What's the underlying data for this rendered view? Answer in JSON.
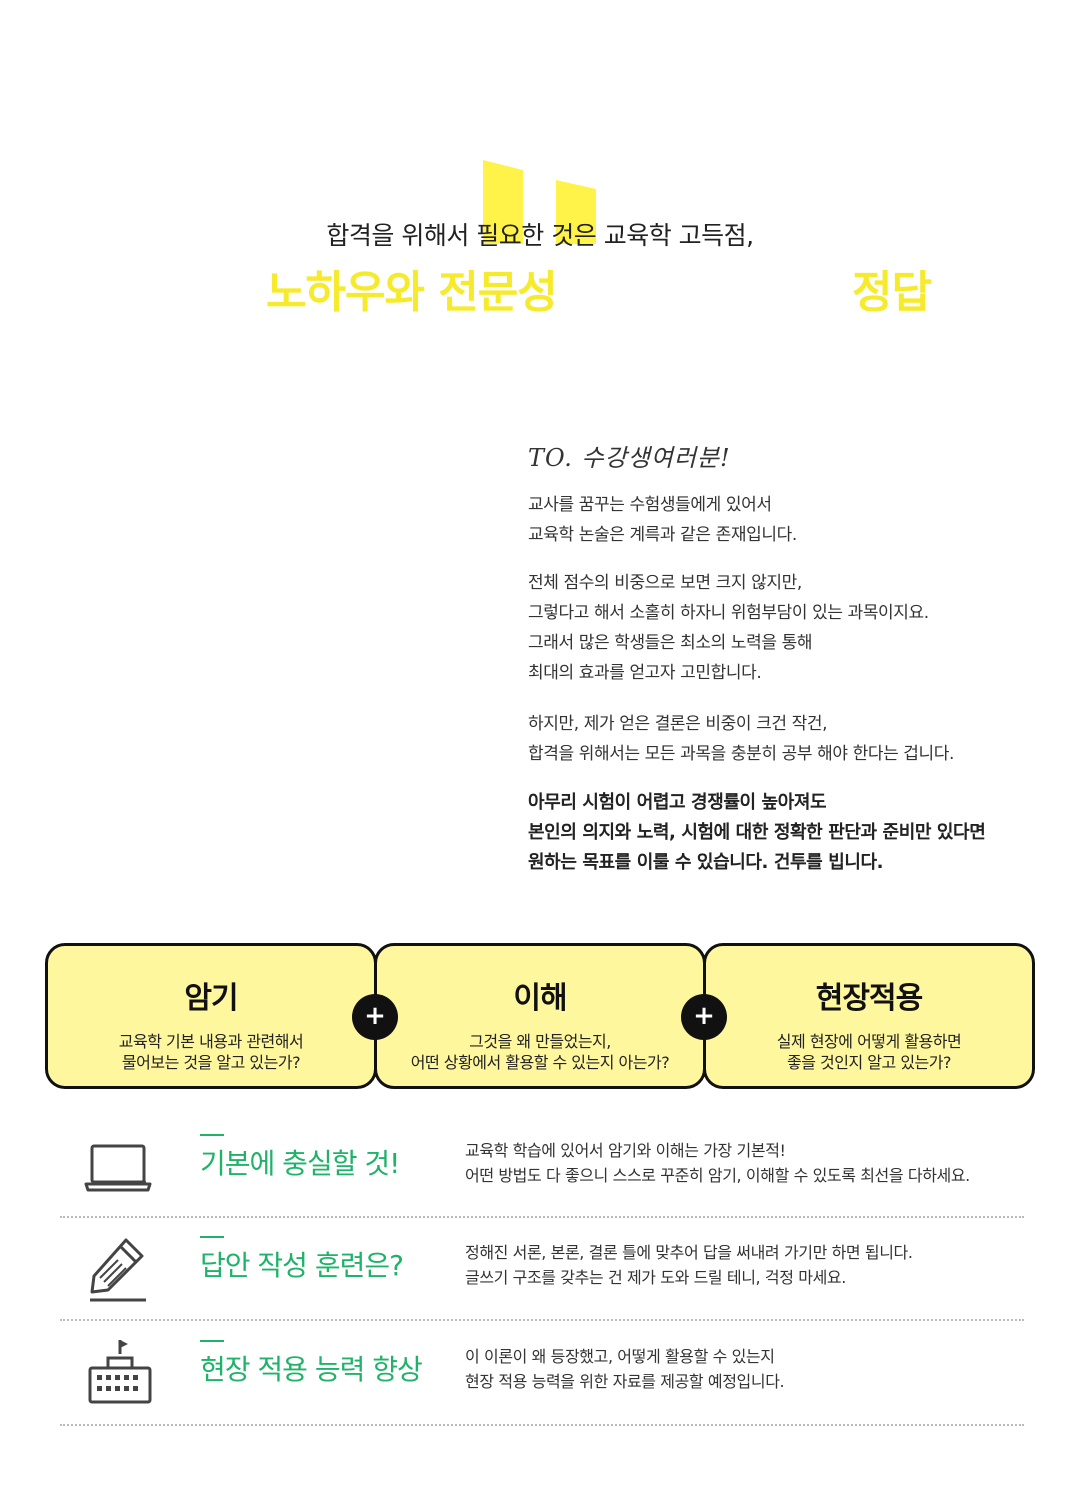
{
  "header": {
    "line1": "합격을 위해서 필요한 것은 교육학 고득점,",
    "highlight_left": "노하우와 전문성",
    "highlight_right": "정답"
  },
  "letter": {
    "to": "TO. 수강생여러분!",
    "paragraphs": [
      [
        "교사를 꿈꾸는 수험생들에게 있어서",
        "교육학 논술은 계륵과 같은 존재입니다."
      ],
      [
        "전체 점수의 비중으로 보면 크지 않지만,",
        "그렇다고 해서 소홀히 하자니 위험부담이 있는 과목이지요.",
        "그래서 많은 학생들은 최소의 노력을 통해",
        "최대의 효과를 얻고자 고민합니다."
      ],
      [
        "하지만, 제가 얻은 결론은 비중이 크건 작건,",
        "합격을 위해서는 모든 과목을 충분히 공부 해야 한다는 겁니다."
      ],
      [
        "아무리 시험이 어렵고 경쟁률이 높아져도",
        "본인의 의지와 노력, 시험에 대한 정확한 판단과 준비만 있다면",
        "원하는 목표를 이룰 수 있습니다. 건투를 빕니다."
      ]
    ]
  },
  "concepts": [
    {
      "title": "암기",
      "desc": [
        "교육학 기본 내용과 관련해서",
        "물어보는 것을 알고 있는가?"
      ]
    },
    {
      "title": "이해",
      "desc": [
        "그것을 왜 만들었는지,",
        "어떤 상황에서 활용할 수 있는지 아는가?"
      ]
    },
    {
      "title": "현장적용",
      "desc": [
        "실제 현장에 어떻게 활용하면",
        "좋을 것인지 알고 있는가?"
      ]
    }
  ],
  "plus_symbol": "+",
  "tips": [
    {
      "icon": "laptop-icon",
      "title": "기본에 충실할 것!",
      "desc": [
        "교육학 학습에 있어서 암기와 이해는 가장 기본적!",
        "어떤 방법도 다 좋으니 스스로 꾸준히 암기, 이해할 수 있도록 최선을 다하세요."
      ]
    },
    {
      "icon": "pencil-icon",
      "title": "답안 작성 훈련은?",
      "desc": [
        "정해진 서론, 본론, 결론 틀에 맞추어 답을 써내려 가기만 하면 됩니다.",
        "글쓰기 구조를 갖추는 건 제가 도와 드릴 테니, 걱정 마세요."
      ]
    },
    {
      "icon": "school-building-icon",
      "title": "현장 적용 능력 향상",
      "desc": [
        "이 이론이 왜 등장했고, 어떻게 활용할 수 있는지",
        "현장 적용 능력을 위한 자료를 제공할 예정입니다."
      ]
    }
  ],
  "colors": {
    "yellow_accent": "#f6ea2c",
    "card_bg": "#fff79e",
    "green_accent": "#1fb36a"
  }
}
